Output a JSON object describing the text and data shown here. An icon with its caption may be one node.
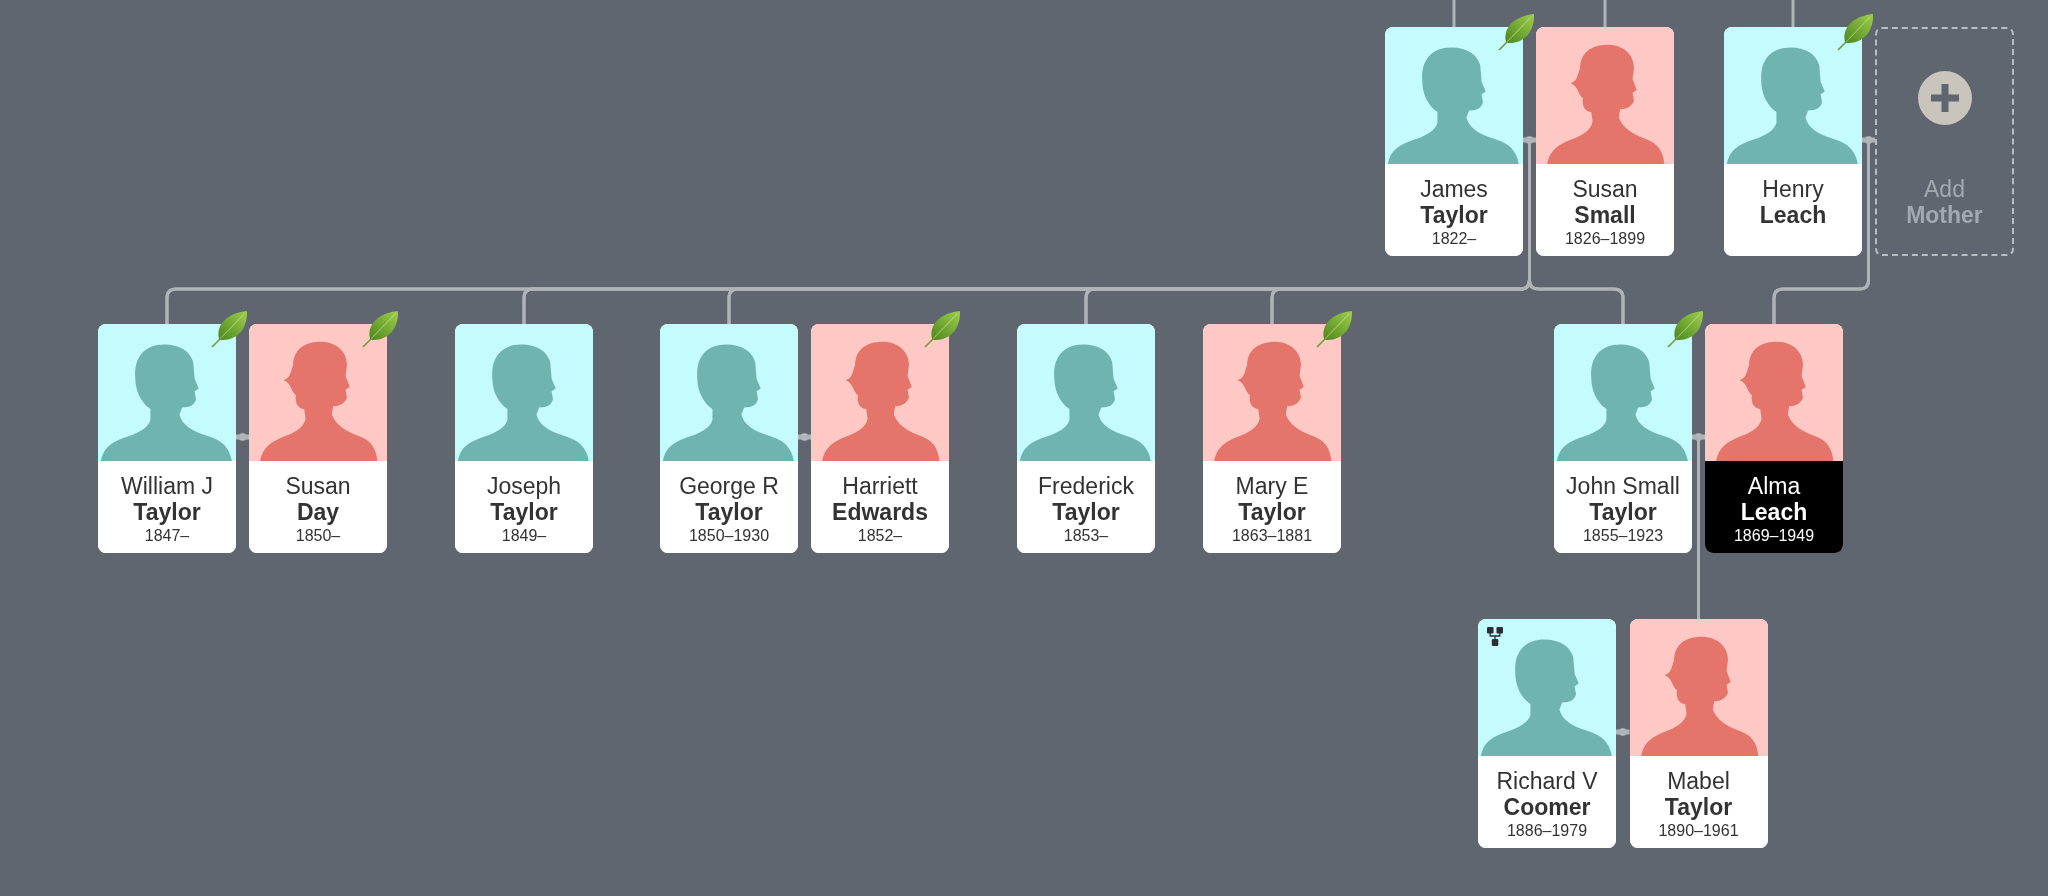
{
  "diagram": {
    "nodes": [
      {
        "text": [
          "James",
          "Taylor",
          "1822–"
        ]
      },
      {
        "text": [
          "Susan",
          "Small",
          "1826–1899"
        ]
      },
      {
        "text": [
          "Henry",
          "Leach"
        ]
      },
      {
        "text": [
          "Add",
          "Mother"
        ]
      },
      {
        "text": [
          "William J",
          "Taylor",
          "1847–"
        ]
      },
      {
        "text": [
          "Susan",
          "Day",
          "1850–"
        ]
      },
      {
        "text": [
          "Joseph",
          "Taylor",
          "1849–"
        ]
      },
      {
        "text": [
          "George R",
          "Taylor",
          "1850–1930"
        ]
      },
      {
        "text": [
          "Harriett",
          "Edwards",
          "1852–"
        ]
      },
      {
        "text": [
          "Frederick",
          "Taylor",
          "1853–"
        ]
      },
      {
        "text": [
          "Mary E",
          "Taylor",
          "1863–1881"
        ]
      },
      {
        "text": [
          "John Small",
          "Taylor",
          "1855–1923"
        ]
      },
      {
        "text": [
          "Alma",
          "Leach",
          "1869–1949"
        ]
      },
      {
        "text": [
          "Richard V",
          "Coomer",
          "1886–1979"
        ]
      },
      {
        "text": [
          "Mabel",
          "Taylor",
          "1890–1961"
        ]
      }
    ],
    "edges": [
      {
        "from": null,
        "to": 0,
        "arrow": "none"
      },
      {
        "from": null,
        "to": 1,
        "arrow": "none"
      },
      {
        "from": null,
        "to": 2,
        "arrow": "none"
      },
      {
        "from": 0,
        "to": 1,
        "arrow": "none"
      },
      {
        "from": 2,
        "to": 3,
        "arrow": "none"
      },
      {
        "from": 0,
        "to": 4,
        "arrow": "none"
      },
      {
        "from": 1,
        "to": 4,
        "arrow": "none"
      },
      {
        "from": 0,
        "to": 6,
        "arrow": "none"
      },
      {
        "from": 1,
        "to": 6,
        "arrow": "none"
      },
      {
        "from": 0,
        "to": 7,
        "arrow": "none"
      },
      {
        "from": 1,
        "to": 7,
        "arrow": "none"
      },
      {
        "from": 0,
        "to": 9,
        "arrow": "none"
      },
      {
        "from": 1,
        "to": 9,
        "arrow": "none"
      },
      {
        "from": 0,
        "to": 10,
        "arrow": "none"
      },
      {
        "from": 1,
        "to": 10,
        "arrow": "none"
      },
      {
        "from": 0,
        "to": 11,
        "arrow": "none"
      },
      {
        "from": 1,
        "to": 11,
        "arrow": "none"
      },
      {
        "from": 2,
        "to": 12,
        "arrow": "none"
      },
      {
        "from": 3,
        "to": 12,
        "arrow": "none"
      },
      {
        "from": 4,
        "to": 5,
        "arrow": "none"
      },
      {
        "from": 7,
        "to": 8,
        "arrow": "none"
      },
      {
        "from": 11,
        "to": 12,
        "arrow": "none"
      },
      {
        "from": 11,
        "to": 14,
        "arrow": "none"
      },
      {
        "from": 12,
        "to": 14,
        "arrow": "none"
      },
      {
        "from": 13,
        "to": 14,
        "arrow": "none"
      }
    ]
  }
}
